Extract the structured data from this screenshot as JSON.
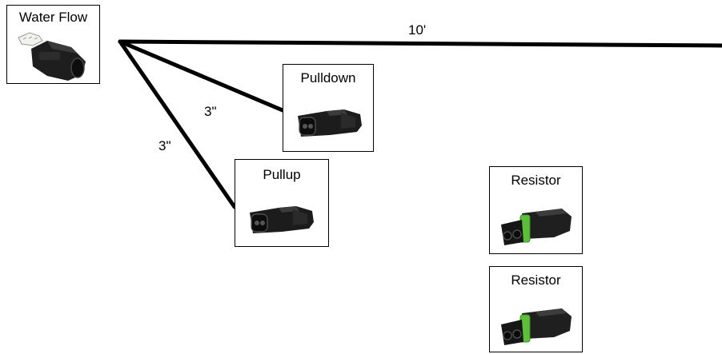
{
  "title": "",
  "connectors": {
    "water_flow": {
      "label": "Water Flow",
      "icon": "three-pin-connector-icon"
    },
    "pulldown": {
      "label": "Pulldown",
      "icon": "two-pin-connector-icon"
    },
    "pullup": {
      "label": "Pullup",
      "icon": "two-pin-connector-icon"
    },
    "resistor_1": {
      "label": "Resistor",
      "icon": "two-pin-sealed-connector-icon"
    },
    "resistor_2": {
      "label": "Resistor",
      "icon": "two-pin-sealed-connector-icon"
    }
  },
  "wires": {
    "main_length": "10'",
    "pulldown_length": "3\"",
    "pullup_length": "3\""
  },
  "colors": {
    "wire": "#000000",
    "connector_body": "#1b1b1b",
    "seal_green": "#5cbf3a"
  }
}
